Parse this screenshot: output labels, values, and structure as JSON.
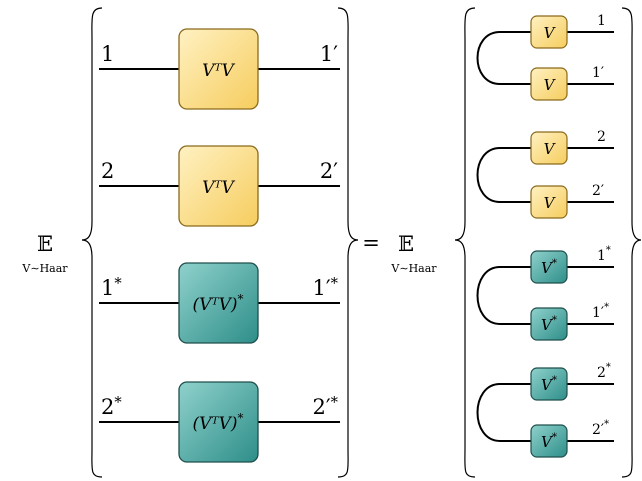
{
  "expectation": {
    "symbol": "𝔼",
    "subscript": "V∼Haar"
  },
  "equals": "=",
  "left_group": [
    {
      "in": "1",
      "out": "1′",
      "box": "VᵀV",
      "color": "yellow"
    },
    {
      "in": "2",
      "out": "2′",
      "box": "VᵀV",
      "color": "yellow"
    },
    {
      "in": "1*",
      "out": "1′*",
      "box": "(VᵀV)*",
      "color": "teal"
    },
    {
      "in": "2*",
      "out": "2′*",
      "box": "(VᵀV)*",
      "color": "teal"
    }
  ],
  "right_group": [
    {
      "top_box": "V",
      "bottom_box": "V",
      "top_label": "1",
      "bottom_label": "1′",
      "color": "yellow"
    },
    {
      "top_box": "V",
      "bottom_box": "V",
      "top_label": "2",
      "bottom_label": "2′",
      "color": "yellow"
    },
    {
      "top_box": "V*",
      "bottom_box": "V*",
      "top_label": "1*",
      "bottom_label": "1′*",
      "color": "teal"
    },
    {
      "top_box": "V*",
      "bottom_box": "V*",
      "top_label": "2*",
      "bottom_label": "2′*",
      "color": "teal"
    }
  ],
  "colors": {
    "yellow_light": "#fff1c2",
    "yellow_dark": "#f6cd5e",
    "yellow_stroke": "#8a6a1c",
    "teal_light": "#8fd1cc",
    "teal_dark": "#2e8e89",
    "teal_stroke": "#1f4f4c"
  }
}
